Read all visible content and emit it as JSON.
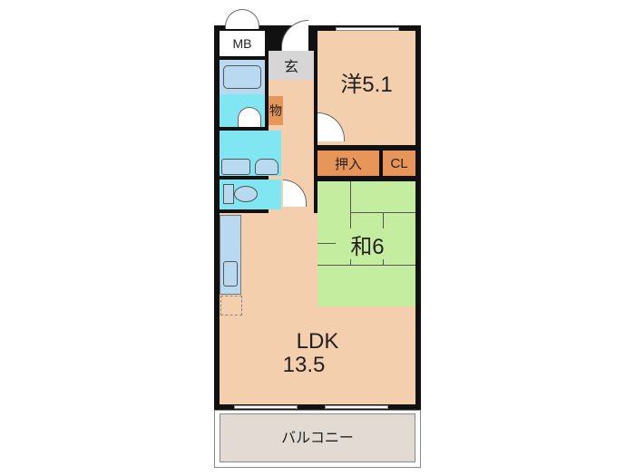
{
  "floorplan": {
    "rooms": [
      {
        "id": "mb",
        "label": "MB"
      },
      {
        "id": "entrance",
        "label": "玄"
      },
      {
        "id": "western",
        "label": "洋5.1"
      },
      {
        "id": "storage",
        "label": "物"
      },
      {
        "id": "oshiire",
        "label": "押入"
      },
      {
        "id": "closet",
        "label": "CL"
      },
      {
        "id": "japanese",
        "label": "和6"
      },
      {
        "id": "ldk",
        "label": "LDK",
        "size": "13.5"
      },
      {
        "id": "balcony",
        "label": "バルコニー"
      }
    ],
    "colors": {
      "wall": "#111111",
      "floor_wood": "#f3cfae",
      "entrance": "#d6d6d6",
      "wet_area": "#7fe6f2",
      "fixture": "#b9d9f0",
      "storage": "#e8955a",
      "tatami": "#c5eda0",
      "balcony": "#e3dbd3"
    }
  }
}
